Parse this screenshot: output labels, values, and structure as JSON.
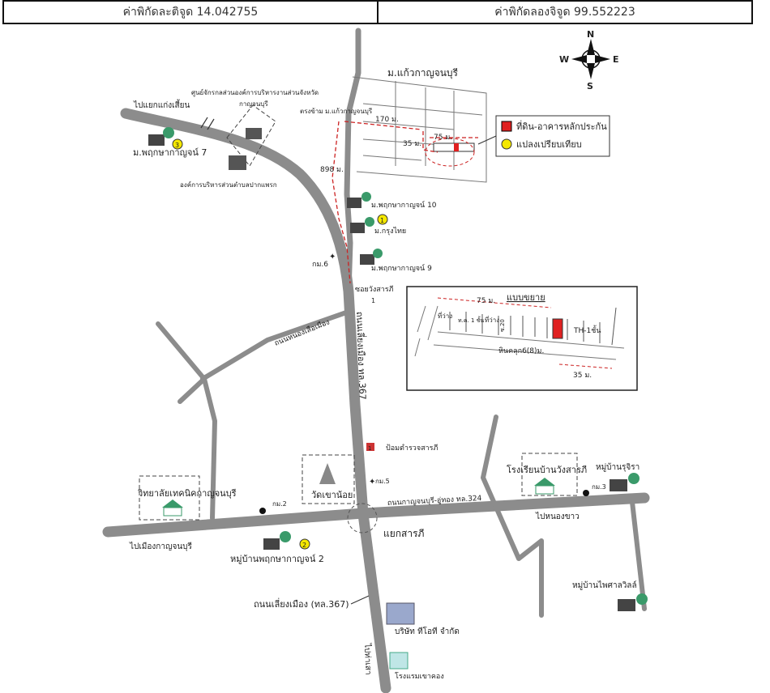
{
  "header": {
    "latitude_label": "ค่าพิกัดละติจูด 14.042755",
    "longitude_label": "ค่าพิกัดลองจิจูด 99.552223"
  },
  "compass": {
    "n": "N",
    "s": "S",
    "e": "E",
    "w": "W"
  },
  "legend": {
    "collateral": "ที่ดิน-อาคารหลักประกัน",
    "comparable": "แปลงเปรียบเทียบ"
  },
  "colors": {
    "road": "#8c8c8c",
    "collateral": "#e02020",
    "comparable": "#f5e800",
    "dash": "#cc2222"
  },
  "labels": {
    "village_kaew": "ม.แก้วกาญจนบุรี",
    "to_kaeng_sian": "ไปแยกแก่งเสี้ยน",
    "traffic_center": "ศูนย์จักรกลส่วนองค์การบริหารงานส่วนจังหวัด",
    "traffic_center2": "กาญจนบุรี",
    "opp_village": "ตรงข้าม ม.แก้วกาญจนบุรี",
    "tao_paknam": "องค์การบริหารส่วนตำบลปากแพรก",
    "village_pruksa7": "ม.พฤกษากาญจน์ 7",
    "village_pruksa10": "ม.พฤกษากาญจน์ 10",
    "village_krungthai": "ม.กรุงไทย",
    "village_pruksa9": "ม.พฤกษากาญจน์ 9",
    "soi_wangsarapi": "ซอยวังสารภี",
    "km6": "กม.6",
    "dist_170": "170 ม.",
    "dist_75": "75 ม.",
    "dist_35": "35 ม.",
    "dist_898": "898 ม.",
    "road_nong_siao": "ถนนหนองเสือเมือง",
    "road_367_vertical": "ถนนเลี่ยงเมือง ทล.367",
    "police_box": "ป้อมตำรวจสารภี",
    "km5": "กม.5",
    "wat_khao_noi": "วัดเขาน้อย",
    "road_324": "ถนนกาญจนบุรี-อู่ทอง ทล.324",
    "college": "วิทยาลัยเทคนิคกาญจนบุรี",
    "km2": "กม.2",
    "to_kanchanaburi": "ไปเมืองกาญจนบุรี",
    "village_pruksa2": "หมู่บ้านพฤกษากาญจน์ 2",
    "yaek_sarapi": "แยกสารภี",
    "school_wangsarapi": "โรงเรียนบ้านวังสารภี",
    "km3": "กม.3",
    "village_rujira": "หมู่บ้านรุจิรา",
    "to_nong_khao": "ไปหนองขาว",
    "village_paisal": "หมู่บ้านไพศาลวิลล์",
    "road_367_bottom": "ถนนเลี่ยงเมือง (ทล.367)",
    "company_tot": "บริษัท ทีโอที จำกัด",
    "hotel_khaokhong": "โรงแรมเขาคอง",
    "to_tha_muang": "ไปท่าเสา",
    "inset_title": "แบบขยาย",
    "inset_75": "75 ม.",
    "inset_35": "35 ม.",
    "inset_empty1": "ที่ว่าง",
    "inset_empty2": "ที่ว่าง",
    "inset_townhouse_1": "ท.ค. 1 ชั้น",
    "inset_20": "ซ.20",
    "inset_th1": "TH-1ชั้น",
    "inset_road": "หินคลุก6(8)ม.",
    "marker_1": "1",
    "marker_2": "2",
    "marker_3": "3",
    "route_shield": "1",
    "soi_marker": "1"
  }
}
